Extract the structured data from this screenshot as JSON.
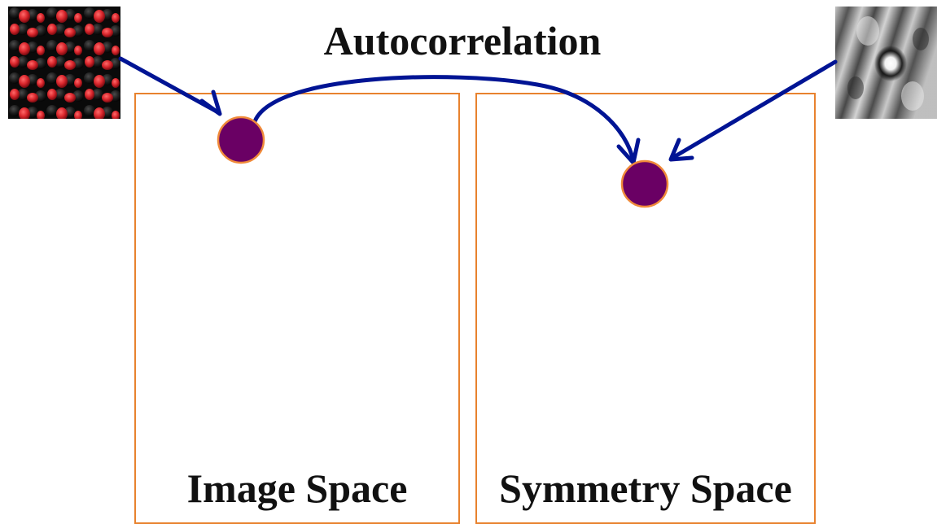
{
  "diagram": {
    "title": "Autocorrelation",
    "panels": [
      {
        "label": "Image Space"
      },
      {
        "label": "Symmetry Space"
      }
    ],
    "thumbnails": [
      {
        "icon": "texture-image-icon",
        "depicts": "red-black berry texture"
      },
      {
        "icon": "autocorrelation-image-icon",
        "depicts": "grayscale autocorrelation map"
      }
    ]
  },
  "colors": {
    "arrow": "#001494",
    "point_fill": "#6a0064",
    "point_stroke": "#f08a3a",
    "panel_border": "#e8822e"
  }
}
